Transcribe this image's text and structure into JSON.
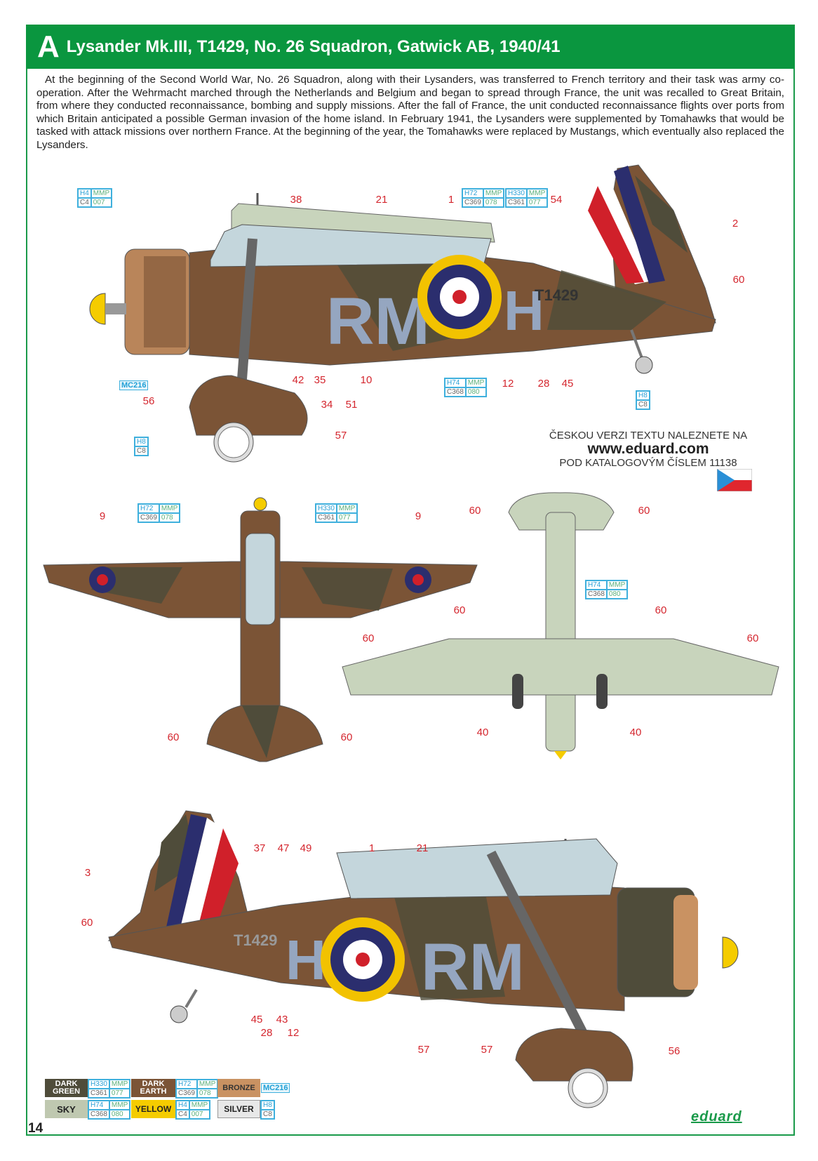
{
  "header": {
    "letter": "A",
    "title": "Lysander Mk.III, T1429, No. 26 Squadron, Gatwick AB, 1940/41"
  },
  "description": "At the beginning of the Second World War, No. 26 Squadron, along with their Lysanders, was transferred to French territory and their task was army co-operation. After the Wehrmacht marched through the Netherlands and Belgium and began to spread through France, the unit was recalled to Great Britain, from where they conducted reconnaissance, bombing and supply missions. After the fall of France, the unit conducted reconnaissance flights over ports from which Britain anticipated a possible German invasion of the home island. In February 1941, the Lysanders were supplemented by Tomahawks that would be tasked with attack missions over northern France. At the beginning of the year, the Tomahawks were replaced by Mustangs, which eventually also replaced the Lysanders.",
  "markings": {
    "codes_left": "RM",
    "code_single": "H",
    "serial": "T1429"
  },
  "callouts": {
    "side_top": [
      "38",
      "21",
      "1",
      "54",
      "2",
      "60",
      "42",
      "35",
      "10",
      "12",
      "28",
      "45",
      "34",
      "51",
      "56",
      "57"
    ],
    "plan": [
      "9",
      "9",
      "60",
      "60"
    ],
    "bottom": [
      "60",
      "60",
      "60",
      "60",
      "60",
      "60",
      "40",
      "40"
    ],
    "side_bottom": [
      "3",
      "60",
      "37",
      "47",
      "49",
      "1",
      "21",
      "45",
      "43",
      "28",
      "12",
      "57",
      "57",
      "56"
    ]
  },
  "paint_codes": {
    "yellow": {
      "h": "H4",
      "m": "MMP",
      "c": "C4",
      "n": "007"
    },
    "dark_earth": {
      "h": "H72",
      "m": "MMP",
      "c": "C369",
      "n": "078"
    },
    "dark_green": {
      "h": "H330",
      "m": "MMP",
      "c": "C361",
      "n": "077"
    },
    "sky": {
      "h": "H74",
      "m": "MMP",
      "c": "C368",
      "n": "080"
    },
    "silver": {
      "h": "H8",
      "c": "C8"
    },
    "bronze": "MC216"
  },
  "czech_note": {
    "line1": "ČESKOU VERZI TEXTU NALEZNETE NA",
    "url": "www.eduard.com",
    "line2": "POD KATALOGOVÝM ČÍSLEM 11138"
  },
  "legend": [
    {
      "name": "DARK GREEN",
      "color": "#4f4c3a",
      "h": "H330",
      "m": "MMP",
      "c": "C361",
      "n": "077"
    },
    {
      "name": "DARK EARTH",
      "color": "#7b5436",
      "h": "H72",
      "m": "MMP",
      "c": "C369",
      "n": "078"
    },
    {
      "name": "BRONZE",
      "color": "#c99262",
      "mc": "MC216"
    },
    {
      "name": "SKY",
      "color": "#bfc8b0",
      "h": "H74",
      "m": "MMP",
      "c": "C368",
      "n": "080"
    },
    {
      "name": "YELLOW",
      "color": "#f5cc00",
      "h": "H4",
      "m": "MMP",
      "c": "C4",
      "n": "007"
    },
    {
      "name": "SILVER",
      "color": "#e8e8e8",
      "h": "H8",
      "c": "C8"
    }
  ],
  "colors": {
    "green": "#0a963f",
    "callout": "#d4262e",
    "roundel_blue": "#2b2e6e",
    "roundel_red": "#d0202a",
    "yellow": "#f2c200"
  },
  "page_number": "14",
  "logo": "eduard"
}
